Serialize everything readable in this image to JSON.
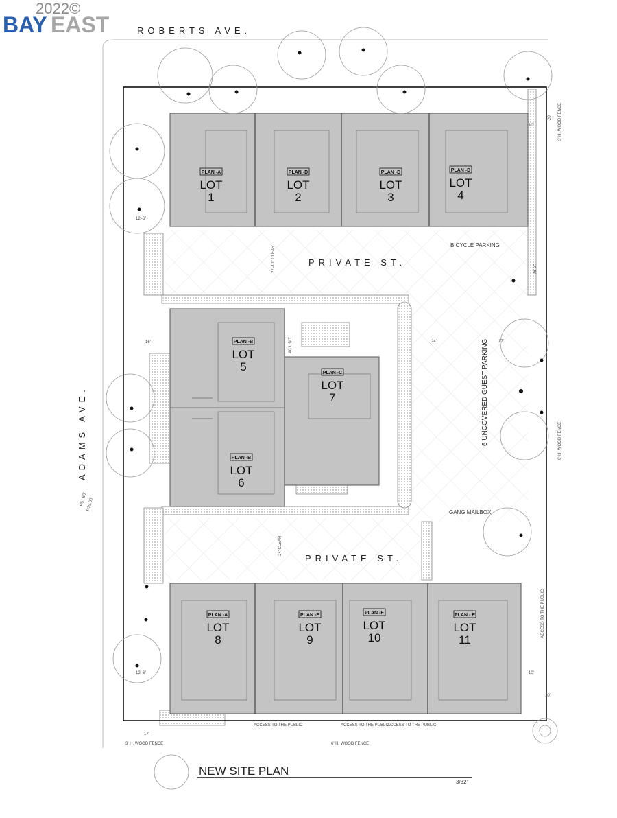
{
  "logo": {
    "year": "2022©",
    "brand_blue": "BAY",
    "brand_gray": "EAST",
    "colors": {
      "blue": "#2b5fae",
      "gray": "#a6a6a6"
    }
  },
  "streets": {
    "roberts": "ROBERTS AVE.",
    "adams": "ADAMS AVE.",
    "private_top": "PRIVATE ST.",
    "private_bottom": "PRIVATE ST."
  },
  "lots": [
    {
      "plan": "PLAN -A",
      "lot": "LOT",
      "number": "1"
    },
    {
      "plan": "PLAN -D",
      "lot": "LOT",
      "number": "2"
    },
    {
      "plan": "PLAN -D",
      "lot": "LOT",
      "number": "3"
    },
    {
      "plan": "PLAN -D",
      "lot": "LOT",
      "number": "4"
    },
    {
      "plan": "PLAN -B",
      "lot": "LOT",
      "number": "5"
    },
    {
      "plan": "PLAN -B",
      "lot": "LOT",
      "number": "6"
    },
    {
      "plan": "PLAN -C",
      "lot": "LOT",
      "number": "7"
    },
    {
      "plan": "PLAN -A",
      "lot": "LOT",
      "number": "8"
    },
    {
      "plan": "PLAN -E",
      "lot": "LOT",
      "number": "9"
    },
    {
      "plan": "PLAN -E",
      "lot": "LOT",
      "number": "10"
    },
    {
      "plan": "PLAN - E",
      "lot": "LOT",
      "number": "11"
    }
  ],
  "notes": {
    "bicycle_parking": "BICYCLE PARKING",
    "guest_parking": "6 UNCOVERED GUEST PARKING",
    "gang_mailbox": "GANG MAILBOX",
    "access_public_side": "ACCESS TO THE PUBLIC",
    "access_public_1": "ACCESS TO THE PUBLIC",
    "access_public_2": "ACCESS TO THE PUBLIC",
    "access_public_3": "ACCESS TO THE PUBLIC",
    "fence_3_top": "3' H. WOOD FENCE",
    "fence_6_right": "6' H. WOOD FENCE",
    "fence_3_bottom": "3' H. WOOD FENCE",
    "fence_6_bottom": "6' H. WOOD FENCE",
    "ac_unit": "AC UNIT"
  },
  "dimensions": {
    "d20": "20'",
    "d10_top": "10'",
    "d12_6_top": "12'-6\"",
    "clear_top": "27'-10\" CLEAR",
    "d25_3": "25'-3\"",
    "d16": "16'",
    "d24": "24'",
    "d17_right": "17'",
    "clear_bottom": "24' CLEAR",
    "d12_6_bottom": "12'-6\"",
    "d10_bottom_a": "10'",
    "d10_bottom_b": "10'",
    "d17_bottom": "17'",
    "r1": "R51.60'",
    "r2": "R25.50'"
  },
  "title": {
    "text": "NEW SITE PLAN",
    "scale": "3/32\""
  }
}
